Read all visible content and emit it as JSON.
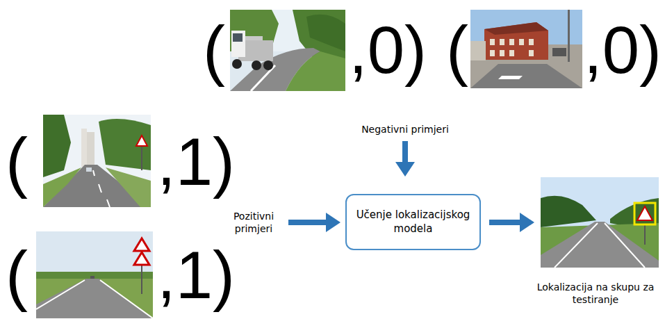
{
  "diagram": {
    "nodes": [
      {
        "text": [
          "Učenje lokalizacijskog modela"
        ]
      }
    ],
    "labels": [
      "(",
      ",0)",
      "(",
      ",0)",
      "(",
      ",1)",
      "Negativni primjeri",
      "Pozitivni primjeri",
      "(",
      ",1)",
      "Lokalizacija na skupu za testiranje"
    ]
  }
}
